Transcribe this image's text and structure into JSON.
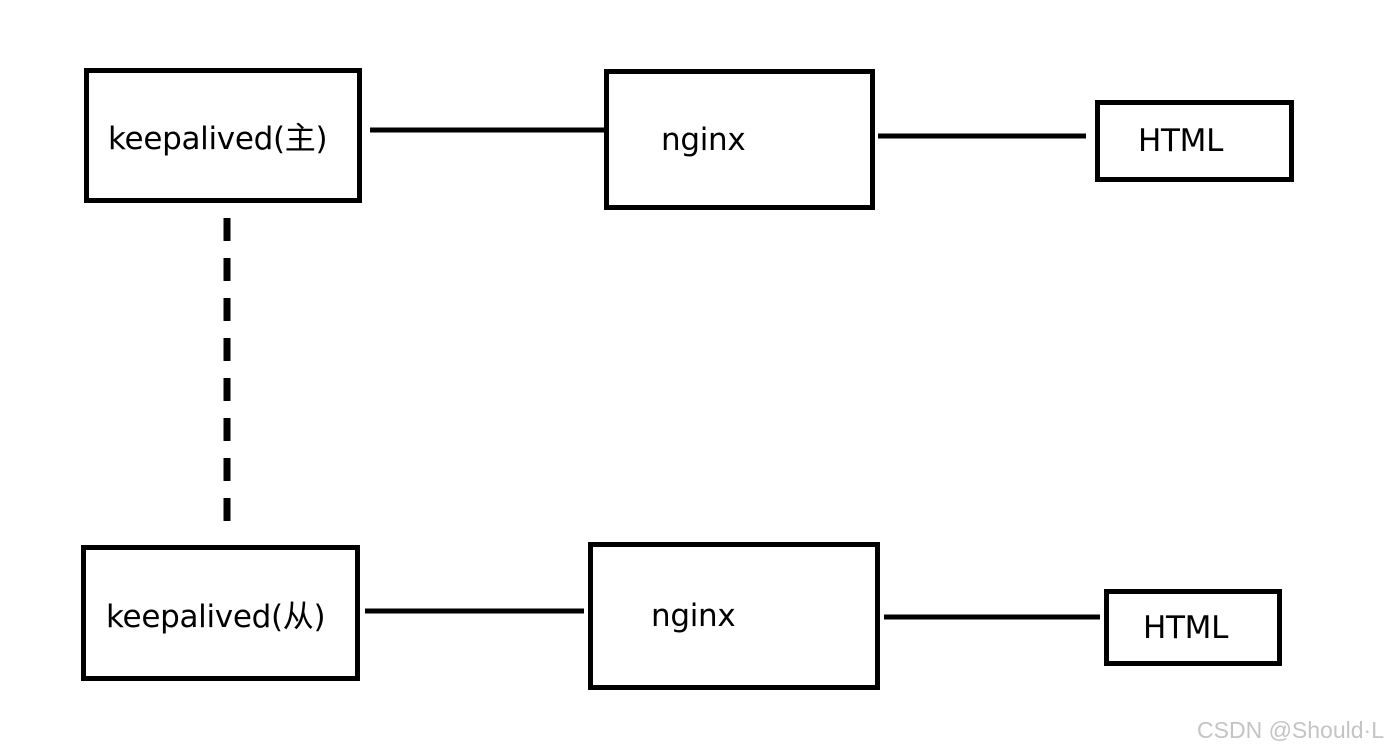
{
  "diagram": {
    "nodes": [
      {
        "id": "keepalived-master",
        "label": "keepalived(主)"
      },
      {
        "id": "nginx-master",
        "label": "nginx"
      },
      {
        "id": "html-master",
        "label": "HTML"
      },
      {
        "id": "keepalived-backup",
        "label": "keepalived(从)"
      },
      {
        "id": "nginx-backup",
        "label": "nginx"
      },
      {
        "id": "html-backup",
        "label": "HTML"
      }
    ],
    "edges": [
      {
        "from": "keepalived-master",
        "to": "nginx-master",
        "style": "solid"
      },
      {
        "from": "nginx-master",
        "to": "html-master",
        "style": "solid"
      },
      {
        "from": "keepalived-backup",
        "to": "nginx-backup",
        "style": "solid"
      },
      {
        "from": "nginx-backup",
        "to": "html-backup",
        "style": "solid"
      },
      {
        "from": "keepalived-master",
        "to": "keepalived-backup",
        "style": "dashed"
      }
    ],
    "colors": {
      "stroke": "#000000",
      "background": "#ffffff",
      "watermark": "#c4c4c4"
    }
  },
  "watermark": "CSDN @Should·L"
}
